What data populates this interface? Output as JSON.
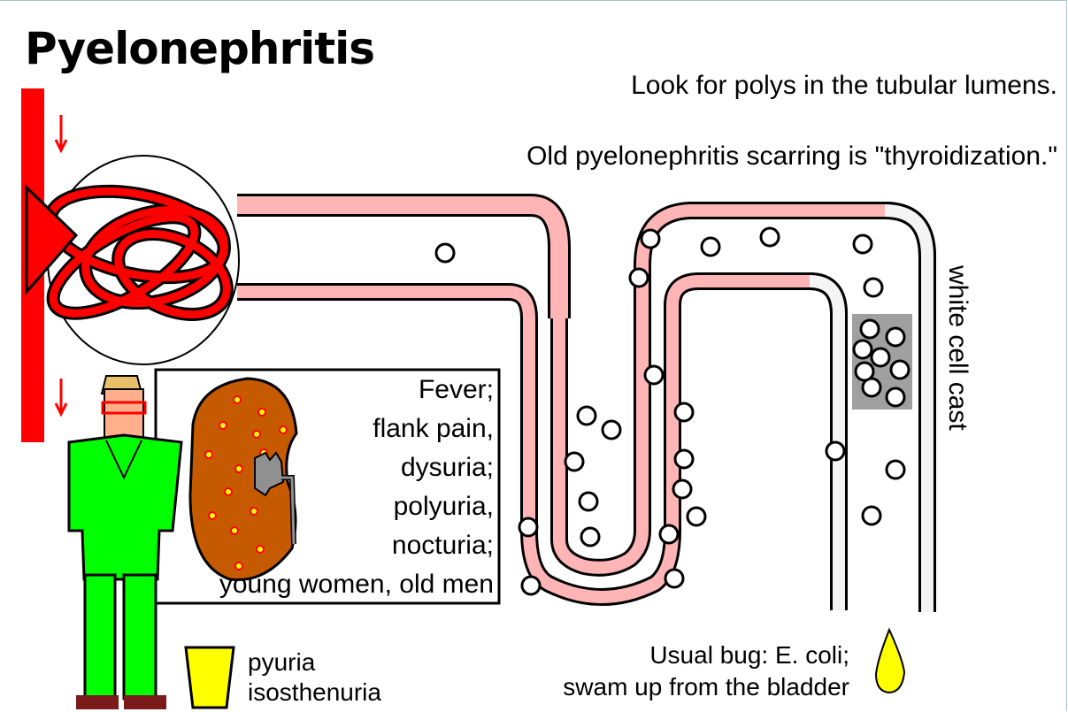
{
  "title": "Pyelonephritis",
  "notes": {
    "polys": "Look for polys in the tubular lumens.",
    "scarring": "Old pyelonephritis scarring is \"thyroidization.\""
  },
  "symptoms_box": {
    "lines": [
      "Fever;",
      "flank pain,",
      "dysuria;",
      "polyuria,",
      "nocturia;",
      "young women, old men"
    ]
  },
  "cast_label": "white cell cast",
  "urine_findings": [
    "pyuria",
    "isosthenuria"
  ],
  "bug_note": [
    "Usual bug: E. coli;",
    "swam up from the bladder"
  ],
  "colors": {
    "vessel": "#ff0000",
    "tubule_pink": "#ffb5b5",
    "kidney": "#c65a00",
    "kidney_dots": "#ffff00",
    "scrubs": "#00ff00",
    "skin": "#ffb08a",
    "cast_gray": "#a0a0a0",
    "urine": "#ffff00"
  },
  "icons": [
    "down-arrow-icon",
    "urine-cup-icon",
    "urine-drop-icon",
    "kidney-icon"
  ]
}
